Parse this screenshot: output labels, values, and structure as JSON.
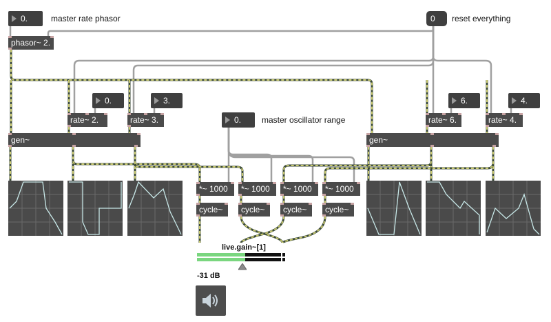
{
  "colors": {
    "object_bg": "#4b4b4b",
    "cord": "#a0a0a0",
    "signal_cord_a": "#c9c96e",
    "signal_cord_b": "#3b4a3a",
    "scope_bg": "#4a4a4a",
    "scope_grid": "#6a6a6a",
    "scope_trace": "#c8e8e8",
    "meter_green": "#7ad67f"
  },
  "master_rate": {
    "value": "0.",
    "label": "master rate phasor"
  },
  "reset": {
    "value": "0",
    "label": "reset everything"
  },
  "phasor": {
    "text": "phasor~ 2."
  },
  "rate_numbers": [
    "0.",
    "3.",
    "6.",
    "4."
  ],
  "rates": [
    "rate~ 2.",
    "rate~ 3.",
    "rate~ 6.",
    "rate~ 4."
  ],
  "gen": [
    "gen~",
    "gen~"
  ],
  "osc_range": {
    "value": "0.",
    "label": "master oscillator range"
  },
  "multipliers": [
    "*~ 1000",
    "*~ 1000",
    "*~ 1000",
    "*~ 1000"
  ],
  "cycles": [
    "cycle~",
    "cycle~",
    "cycle~",
    "cycle~"
  ],
  "live_gain": {
    "label": "live.gain~[1]",
    "value": "-31 dB",
    "level": 0.55
  },
  "icons": {
    "dac": "speaker-icon",
    "number": "triangle-arrow-icon"
  }
}
